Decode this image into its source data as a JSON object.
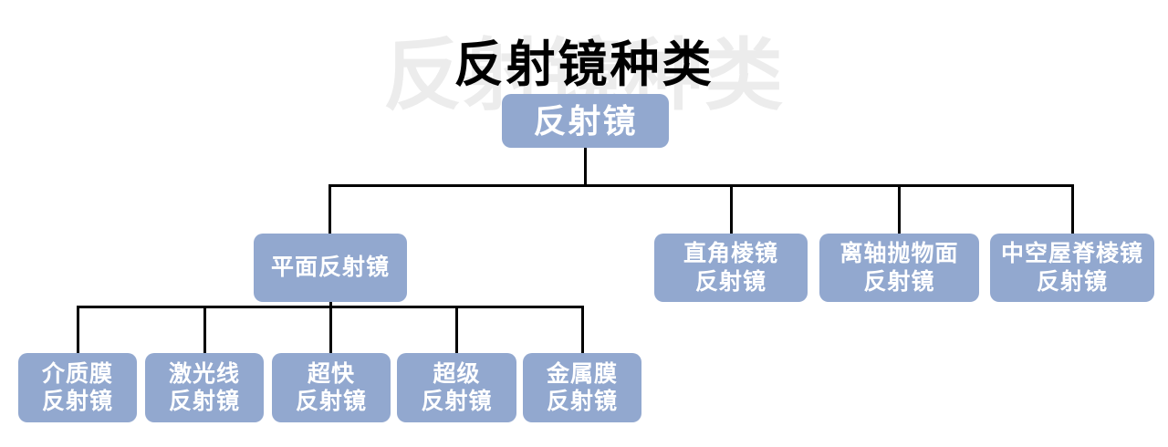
{
  "title": {
    "text": "反射镜种类",
    "ghost_text": "反射镜种类"
  },
  "colors": {
    "background": "#ffffff",
    "node_fill": "#92a8cf",
    "node_text": "#ffffff",
    "connector": "#000000",
    "title_text": "#000000",
    "ghost_text": "#ececec"
  },
  "nodes": {
    "root": {
      "label": "反射镜"
    },
    "level2": [
      {
        "lines": [
          "平面反射镜"
        ]
      },
      {
        "lines": [
          "直角棱镜",
          "反射镜"
        ]
      },
      {
        "lines": [
          "离轴抛物面",
          "反射镜"
        ]
      },
      {
        "lines": [
          "中空屋脊棱镜",
          "反射镜"
        ]
      }
    ],
    "level3": [
      {
        "lines": [
          "介质膜",
          "反射镜"
        ]
      },
      {
        "lines": [
          "激光线",
          "反射镜"
        ]
      },
      {
        "lines": [
          "超快",
          "反射镜"
        ]
      },
      {
        "lines": [
          "超级",
          "反射镜"
        ]
      },
      {
        "lines": [
          "金属膜",
          "反射镜"
        ]
      }
    ]
  }
}
